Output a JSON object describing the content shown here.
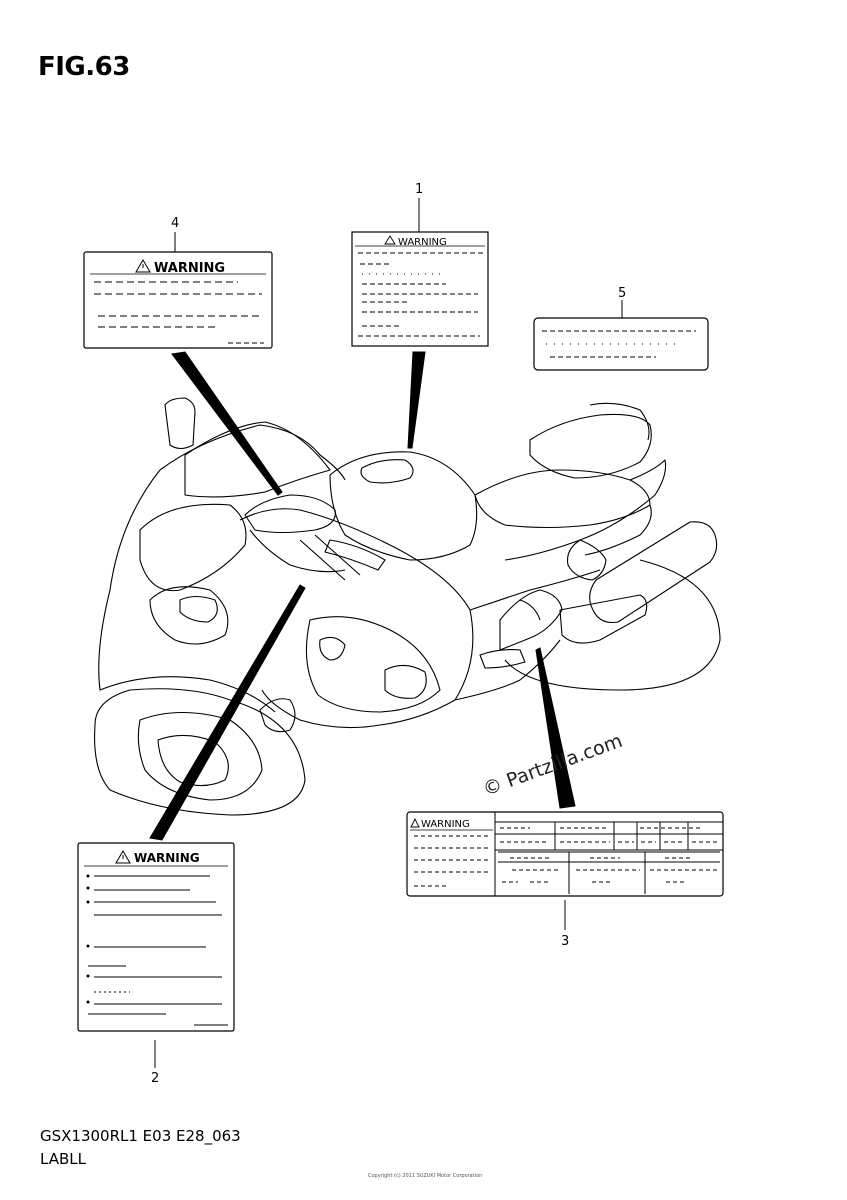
{
  "figure_title": "FIG.63",
  "callouts": [
    {
      "num": "1"
    },
    {
      "num": "2"
    },
    {
      "num": "3"
    },
    {
      "num": "4"
    },
    {
      "num": "5"
    }
  ],
  "labels": {
    "warning_text": "WARNING",
    "warning_text_small": "WARNING"
  },
  "watermark": "© Partzilla.com",
  "footer": {
    "model_code": "GSX1300RL1 E03 E28_063",
    "group_name": "LABLL"
  },
  "copyright_note": "Copyright (c) 2011 SUZUKI Motor Corporation"
}
